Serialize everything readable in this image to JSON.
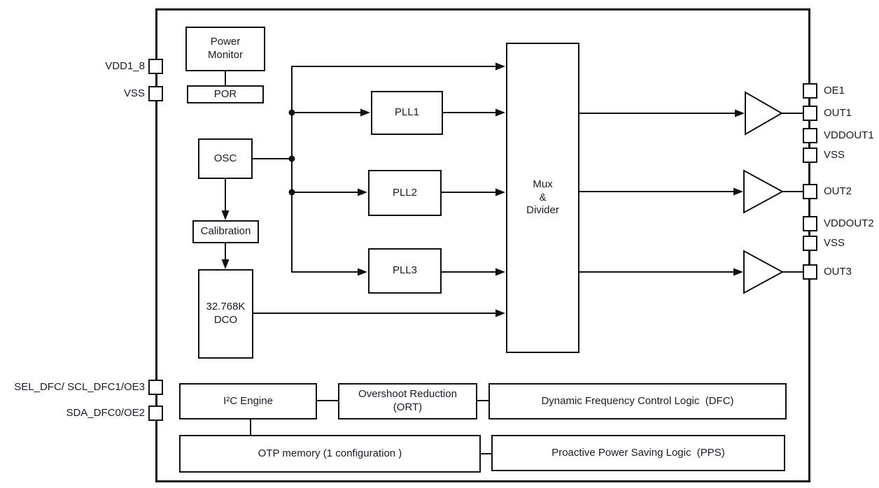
{
  "diagram_type": "ic-functional-block-diagram",
  "blocks": {
    "power_monitor": "Power\nMonitor",
    "por": "POR",
    "osc": "OSC",
    "calibration": "Calibration",
    "dco": "32.768K\nDCO",
    "pll1": "PLL1",
    "pll2": "PLL2",
    "pll3": "PLL3",
    "mux_divider": "Mux\n&\nDivider",
    "i2c_engine": "I²C Engine",
    "overshoot_reduction": "Overshoot Reduction\n(ORT)",
    "dfc": "Dynamic Frequency Control Logic  (DFC)",
    "otp_memory": "OTP memory (1 configuration )",
    "pps": "Proactive Power Saving Logic  (PPS)"
  },
  "pins": {
    "left": [
      "VDD1_8",
      "VSS",
      "SEL_DFC/ SCL_DFC1/OE3",
      "SDA_DFC0/OE2"
    ],
    "right": [
      "OE1",
      "OUT1",
      "VDDOUT1",
      "VSS",
      "OUT2",
      "VDDOUT2",
      "VSS",
      "OUT3"
    ]
  },
  "colors": {
    "line": "#111111",
    "text": "#1a1a28",
    "background": "#ffffff"
  }
}
